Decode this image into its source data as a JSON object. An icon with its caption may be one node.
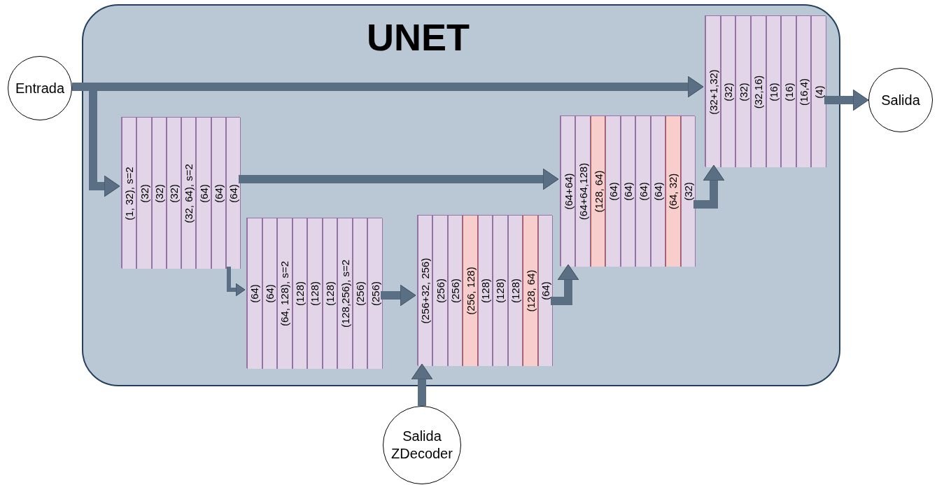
{
  "diagram": {
    "nodes": [
      {
        "text": [
          "UNET"
        ]
      },
      {
        "text": [
          "Entrada"
        ]
      },
      {
        "text": [
          "Salida"
        ]
      },
      {
        "text": [
          "Salida ZDecoder"
        ]
      },
      {
        "text": [],
        "shape": "box",
        "in": 0
      },
      {
        "text": [
          "(1, 32), s=2"
        ],
        "in": 4
      },
      {
        "text": [
          "(32)"
        ],
        "in": 4
      },
      {
        "text": [
          "(32)"
        ],
        "in": 4
      },
      {
        "text": [
          "(32)"
        ],
        "in": 4
      },
      {
        "text": [
          "(32, 64), s=2"
        ],
        "in": 4
      },
      {
        "text": [
          "(64)"
        ],
        "in": 4
      },
      {
        "text": [
          "(64)"
        ],
        "in": 4
      },
      {
        "text": [
          "(64)"
        ],
        "in": 4
      },
      {
        "text": [],
        "shape": "box",
        "in": 0
      },
      {
        "text": [
          "(64)"
        ],
        "in": 13
      },
      {
        "text": [
          "(64)"
        ],
        "in": 13
      },
      {
        "text": [
          "(64, 128), s=2"
        ],
        "in": 13
      },
      {
        "text": [
          "(128)"
        ],
        "in": 13
      },
      {
        "text": [
          "(128)"
        ],
        "in": 13
      },
      {
        "text": [
          "(128)"
        ],
        "in": 13
      },
      {
        "text": [
          "(128,256), s=2"
        ],
        "in": 13
      },
      {
        "text": [
          "(256)"
        ],
        "in": 13
      },
      {
        "text": [
          "(256)"
        ],
        "in": 13
      },
      {
        "text": [],
        "shape": "box",
        "in": 0
      },
      {
        "text": [
          "(256+32, 256)"
        ],
        "in": 23
      },
      {
        "text": [
          "(256)"
        ],
        "in": 23
      },
      {
        "text": [
          "(256)"
        ],
        "in": 23
      },
      {
        "text": [
          "(256, 128)"
        ],
        "in": 23
      },
      {
        "text": [
          "(128)"
        ],
        "in": 23
      },
      {
        "text": [
          "(128)"
        ],
        "in": 23
      },
      {
        "text": [
          "(128)"
        ],
        "in": 23
      },
      {
        "text": [
          "(128, 64)"
        ],
        "in": 23
      },
      {
        "text": [
          "(64)"
        ],
        "in": 23
      },
      {
        "text": [],
        "shape": "box",
        "in": 0
      },
      {
        "text": [
          "(64+64)"
        ],
        "in": 33
      },
      {
        "text": [
          "(64+64,128)"
        ],
        "in": 33
      },
      {
        "text": [
          "(128, 64)"
        ],
        "in": 33
      },
      {
        "text": [
          "(64)"
        ],
        "in": 33
      },
      {
        "text": [
          "(64)"
        ],
        "in": 33
      },
      {
        "text": [
          "(64)"
        ],
        "in": 33
      },
      {
        "text": [
          "(64)"
        ],
        "in": 33
      },
      {
        "text": [
          "(64, 32)"
        ],
        "in": 33
      },
      {
        "text": [
          "(32)"
        ],
        "in": 33
      },
      {
        "text": [],
        "shape": "box",
        "in": 0
      },
      {
        "text": [
          "(32+1,32)"
        ],
        "in": 43
      },
      {
        "text": [
          "(32)"
        ],
        "in": 43
      },
      {
        "text": [
          "(32)"
        ],
        "in": 43
      },
      {
        "text": [
          "(32,16)"
        ],
        "in": 43
      },
      {
        "text": [
          "(16)"
        ],
        "in": 43
      },
      {
        "text": [
          "(16)"
        ],
        "in": 43
      },
      {
        "text": [
          "(16,4)"
        ],
        "in": 43
      },
      {
        "text": [
          "(4)"
        ],
        "in": 43
      }
    ],
    "edges": [
      {
        "from": 1,
        "to": 43,
        "arrow": "to"
      },
      {
        "from": 1,
        "to": 4,
        "arrow": "to"
      },
      {
        "from": 4,
        "to": 33,
        "arrow": "to"
      },
      {
        "from": 4,
        "to": 13,
        "arrow": "to"
      },
      {
        "from": 13,
        "to": 23,
        "arrow": "to"
      },
      {
        "from": 3,
        "to": 23,
        "arrow": "to"
      },
      {
        "from": 23,
        "to": 33,
        "arrow": "to"
      },
      {
        "from": 33,
        "to": 43,
        "arrow": "to"
      },
      {
        "from": 43,
        "to": 2,
        "arrow": "to"
      }
    ]
  }
}
